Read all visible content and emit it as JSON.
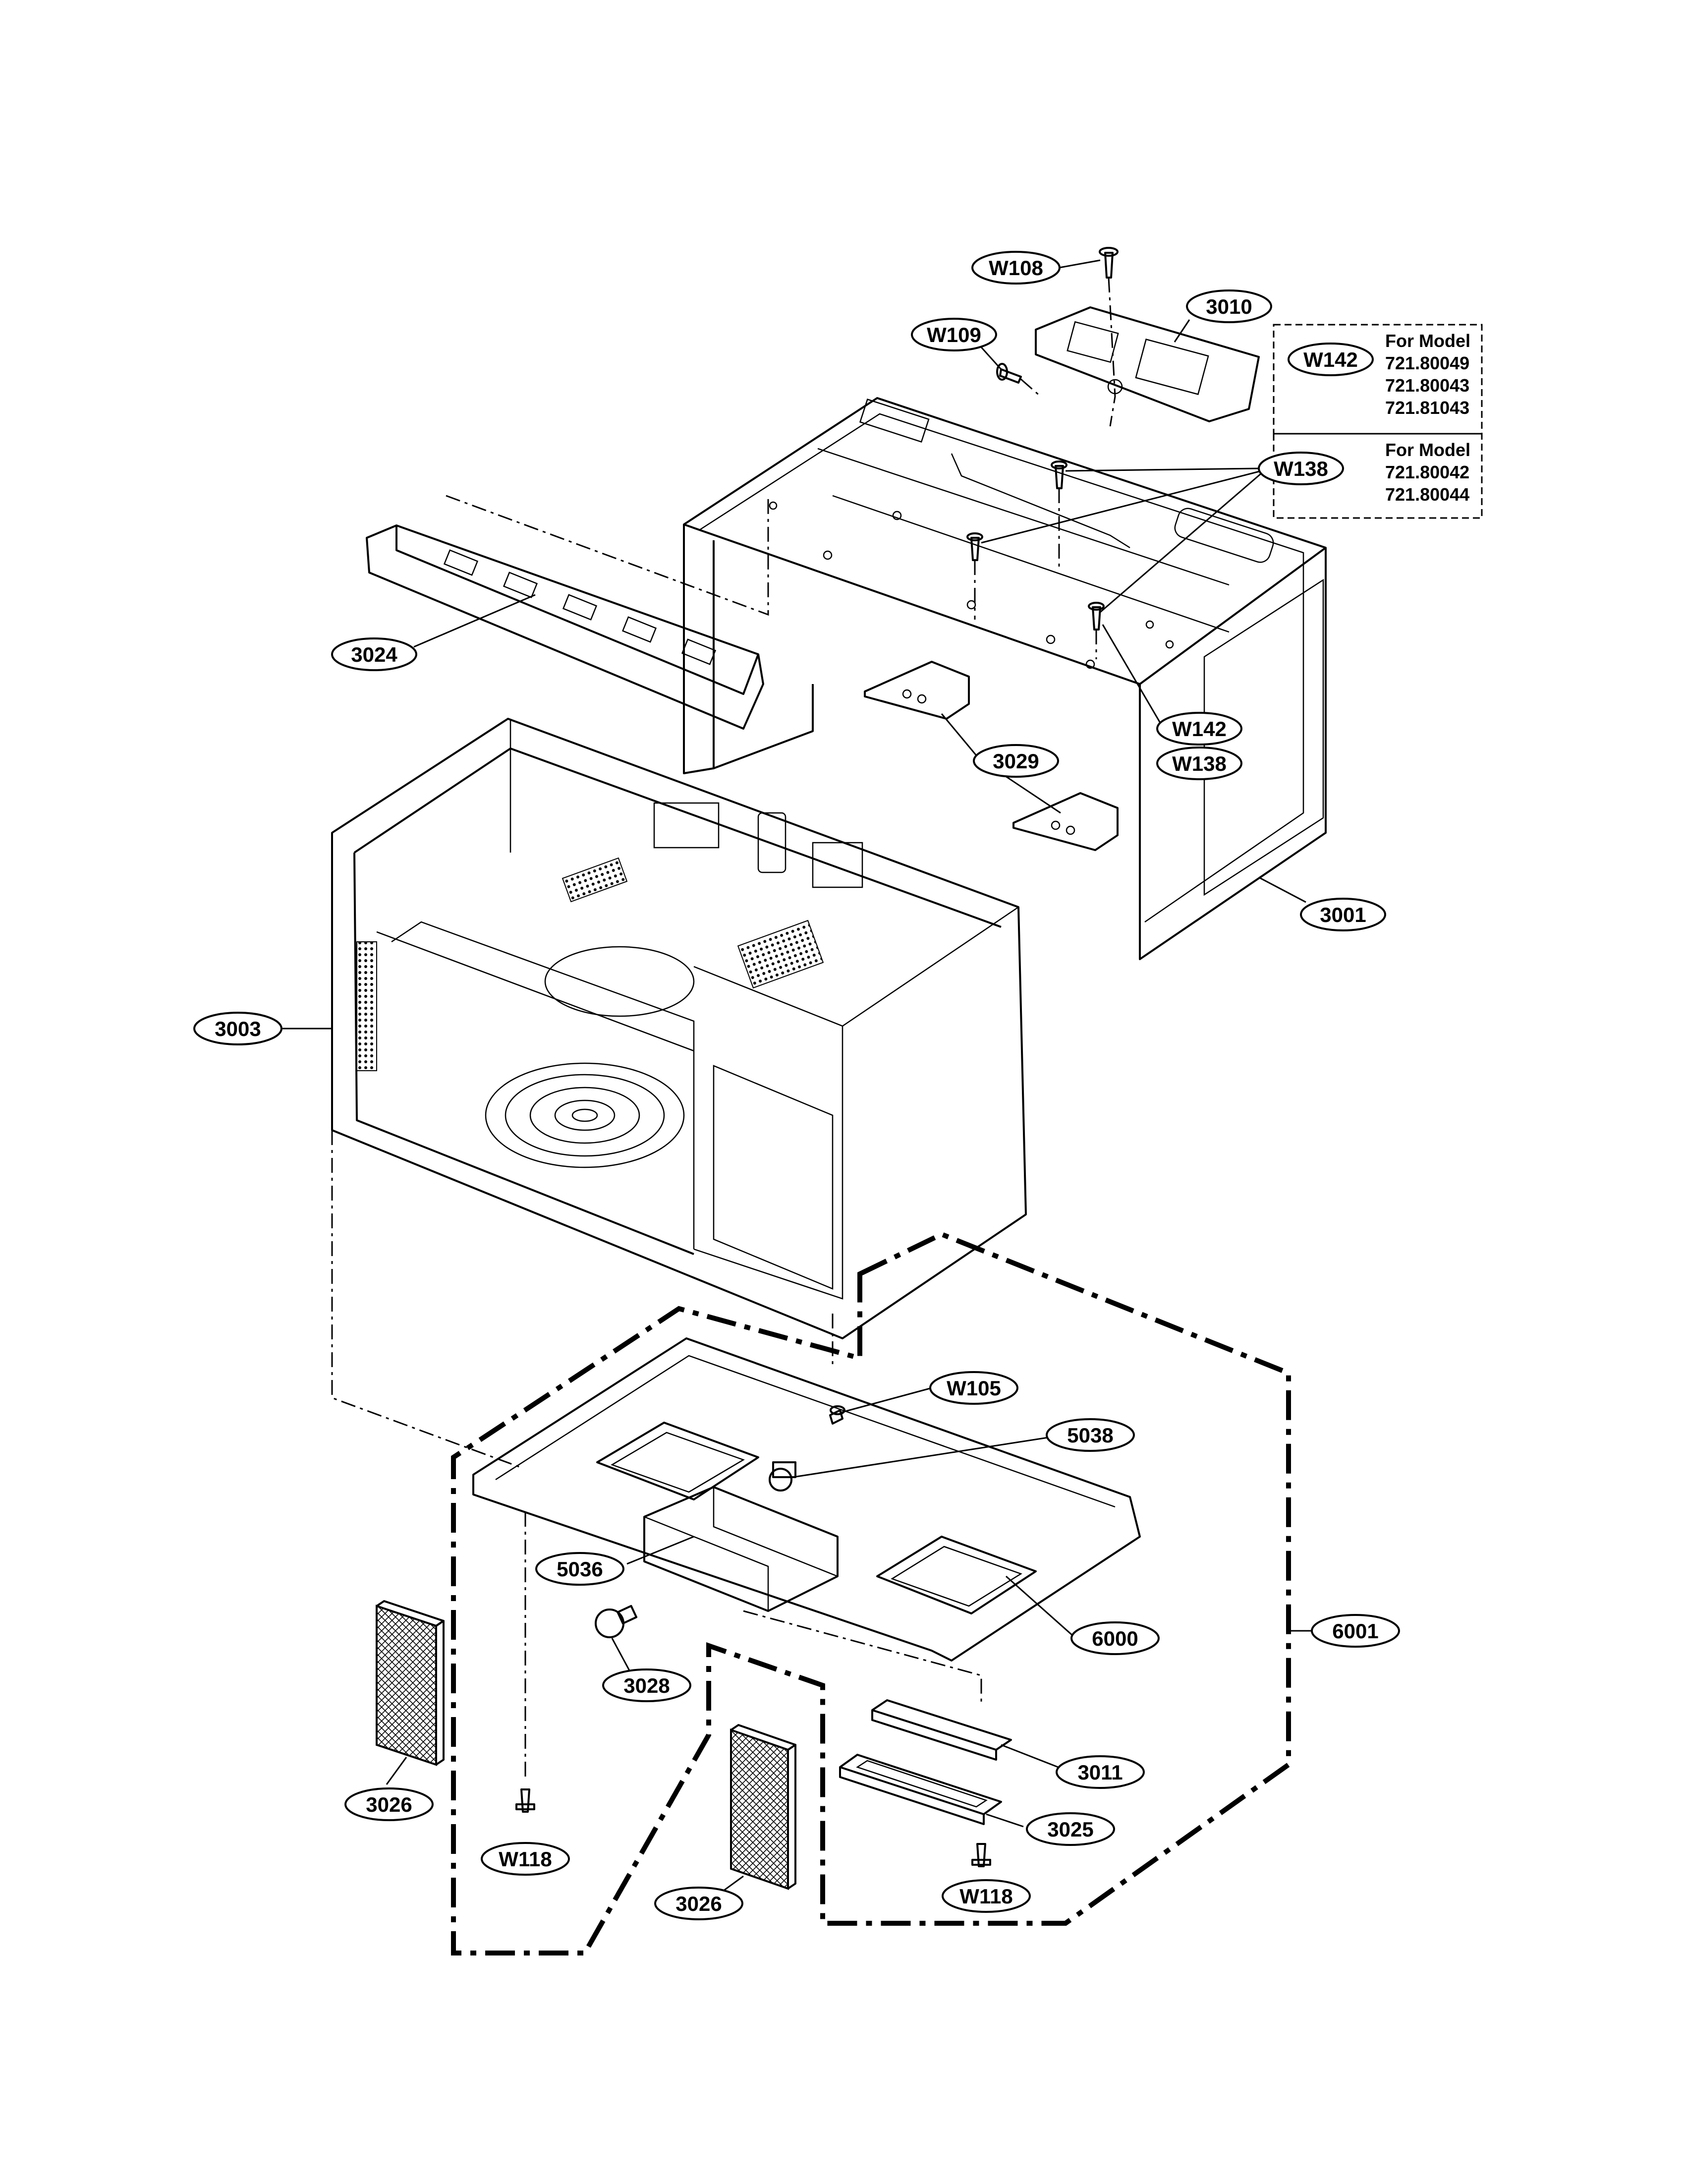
{
  "diagram": {
    "callouts": {
      "W108": "W108",
      "3010": "3010",
      "W109": "W109",
      "W142_box": "W142",
      "W138_top": "W138",
      "3024": "3024",
      "W142_side": "W142",
      "W138_side": "W138",
      "3029": "3029",
      "3001": "3001",
      "3003": "3003",
      "W105": "W105",
      "5038": "5038",
      "5036": "5036",
      "6000": "6000",
      "6001": "6001",
      "3028": "3028",
      "3011": "3011",
      "3026_left": "3026",
      "3025": "3025",
      "W118_left": "W118",
      "3026_center": "3026",
      "W118_center": "W118"
    },
    "model_notes": [
      {
        "heading": "For Model",
        "models": [
          "721.80049",
          "721.80043",
          "721.81043"
        ]
      },
      {
        "heading": "For Model",
        "models": [
          "721.80042",
          "721.80044"
        ]
      }
    ]
  }
}
